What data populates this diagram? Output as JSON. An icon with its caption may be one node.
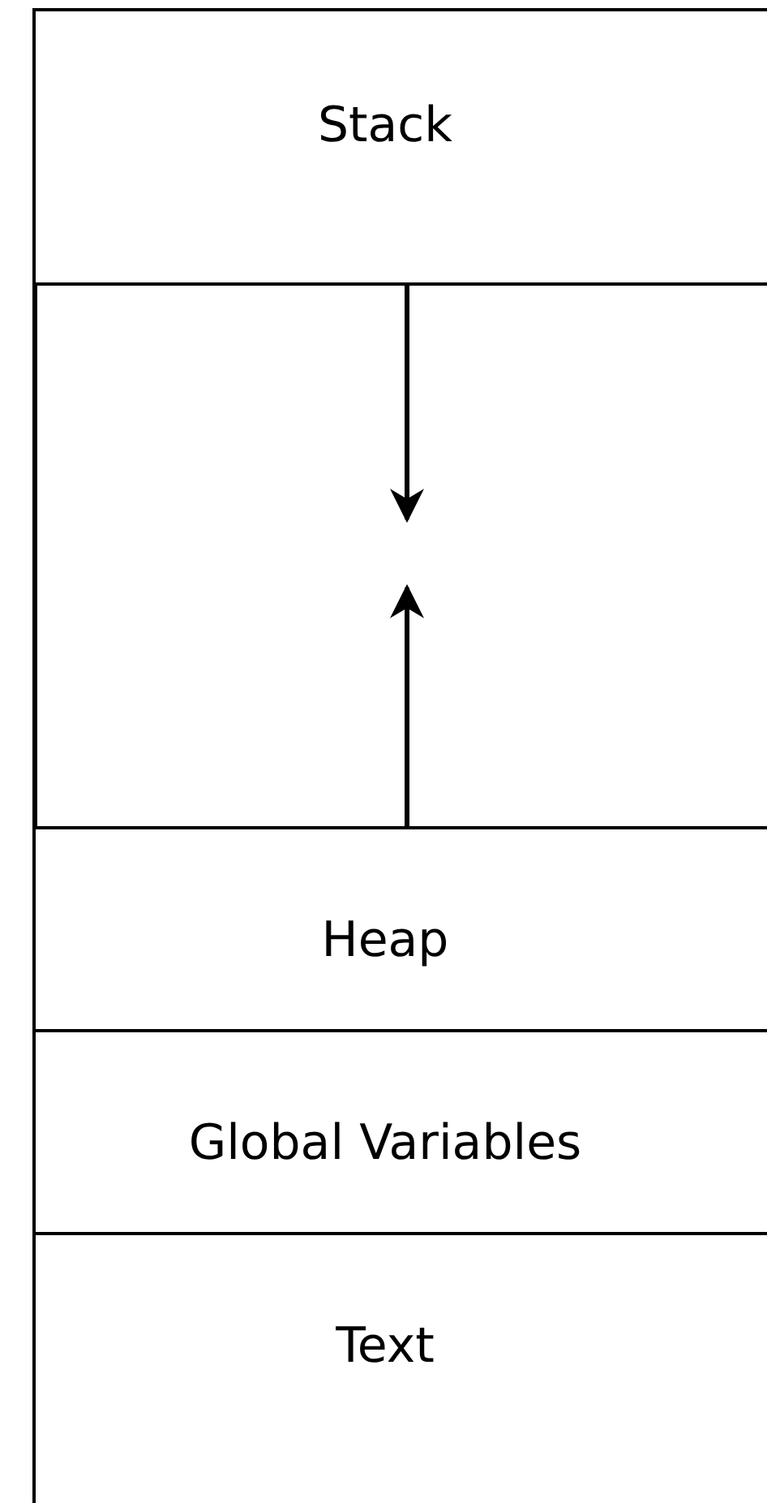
{
  "diagram": {
    "nodes": [
      {
        "text": [
          "Stack"
        ]
      },
      {
        "text": [
          "Heap"
        ]
      },
      {
        "text": [
          "Global Variables"
        ]
      },
      {
        "text": [
          "Text"
        ]
      }
    ],
    "edges": [
      {
        "from": 0,
        "to": null,
        "arrow": "to"
      },
      {
        "from": 1,
        "to": null,
        "arrow": "to"
      }
    ]
  }
}
